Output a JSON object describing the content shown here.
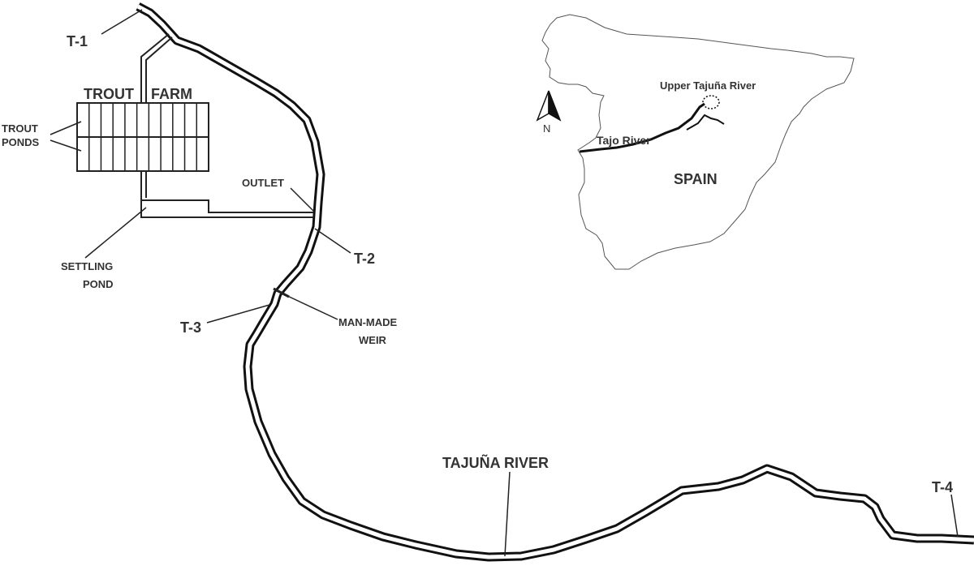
{
  "labels": {
    "t1": "T-1",
    "t2": "T-2",
    "t3": "T-3",
    "t4": "T-4",
    "trout_farm_1": "TROUT",
    "trout_farm_2": "FARM",
    "trout_ponds_1": "TROUT",
    "trout_ponds_2": "PONDS",
    "outlet": "OUTLET",
    "settling_pond_1": "SETTLING",
    "settling_pond_2": "POND",
    "weir_1": "MAN-MADE",
    "weir_2": "WEIR",
    "tajuna_river": "TAJUÑA RIVER"
  },
  "inset": {
    "country": "SPAIN",
    "tajo_river": "Tajo River",
    "upper_tajuna": "Upper Tajuña River",
    "north": "N"
  },
  "colors": {
    "river": "#111111",
    "text": "#333333",
    "outline": "#555555"
  }
}
